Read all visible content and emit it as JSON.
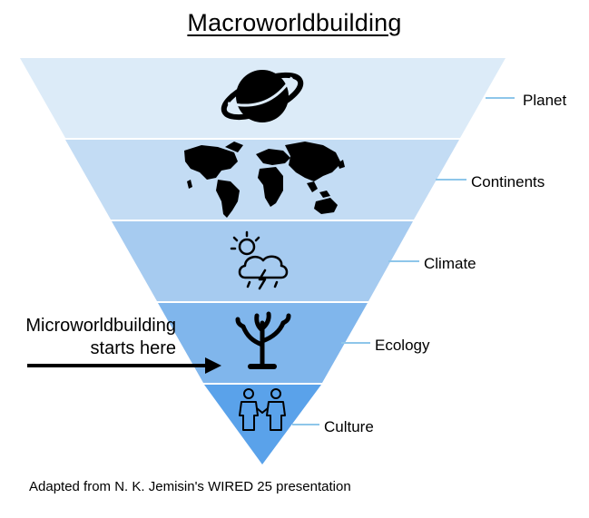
{
  "title": "Macroworldbuilding",
  "layers": [
    {
      "label": "Planet",
      "icon": "planet-icon",
      "color": "#dcebf8"
    },
    {
      "label": "Continents",
      "icon": "world-map-icon",
      "color": "#c3dcf4"
    },
    {
      "label": "Climate",
      "icon": "weather-icon",
      "color": "#a6cbf0"
    },
    {
      "label": "Ecology",
      "icon": "tree-icon",
      "color": "#80b6ec"
    },
    {
      "label": "Culture",
      "icon": "people-icon",
      "color": "#5aa2ea"
    }
  ],
  "leader_color": "#8ec6ea",
  "callout": {
    "line1": "Microworldbuilding",
    "line2": "starts here"
  },
  "credit": "Adapted from N. K. Jemisin's WIRED 25 presentation"
}
